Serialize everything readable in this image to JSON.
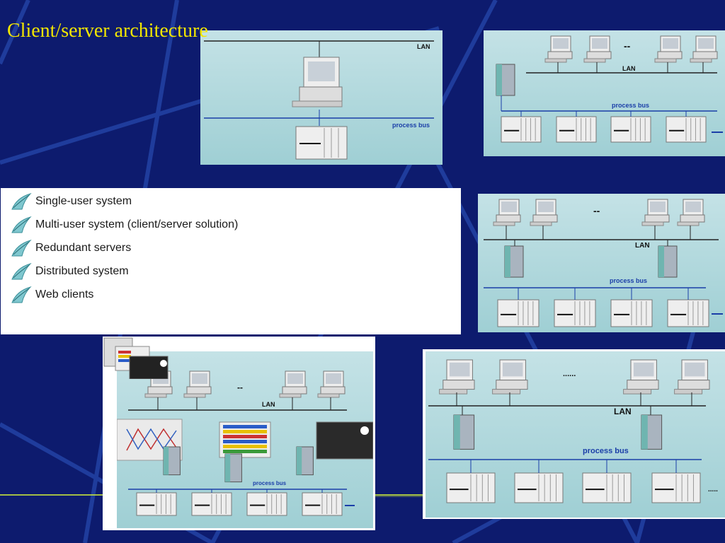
{
  "slide": {
    "title": "Client/server architecture"
  },
  "bullets": [
    {
      "label": "Single-user system"
    },
    {
      "label": "Multi-user system (client/server solution)"
    },
    {
      "label": "Redundant servers"
    },
    {
      "label": "Distributed system"
    },
    {
      "label": "Web clients"
    }
  ],
  "diagrams": {
    "single_user": {
      "lan_label": "LAN",
      "bus_label": "process bus"
    },
    "multi_user": {
      "lan_label": "LAN",
      "bus_label": "process bus",
      "gap": "--"
    },
    "redundant": {
      "lan_label": "LAN",
      "bus_label": "process bus",
      "gap": "--"
    },
    "web_clients": {
      "lan_label": "LAN",
      "bus_label": "process bus",
      "gap": "--"
    },
    "distributed": {
      "lan_label": "LAN",
      "bus_label": "process bus",
      "gap": "......",
      "bus_gap": "....."
    }
  },
  "colors": {
    "background": "#0d1b6e",
    "title": "#f2e600",
    "panel": "#b3dade",
    "bus_line": "#1a3ea8"
  }
}
